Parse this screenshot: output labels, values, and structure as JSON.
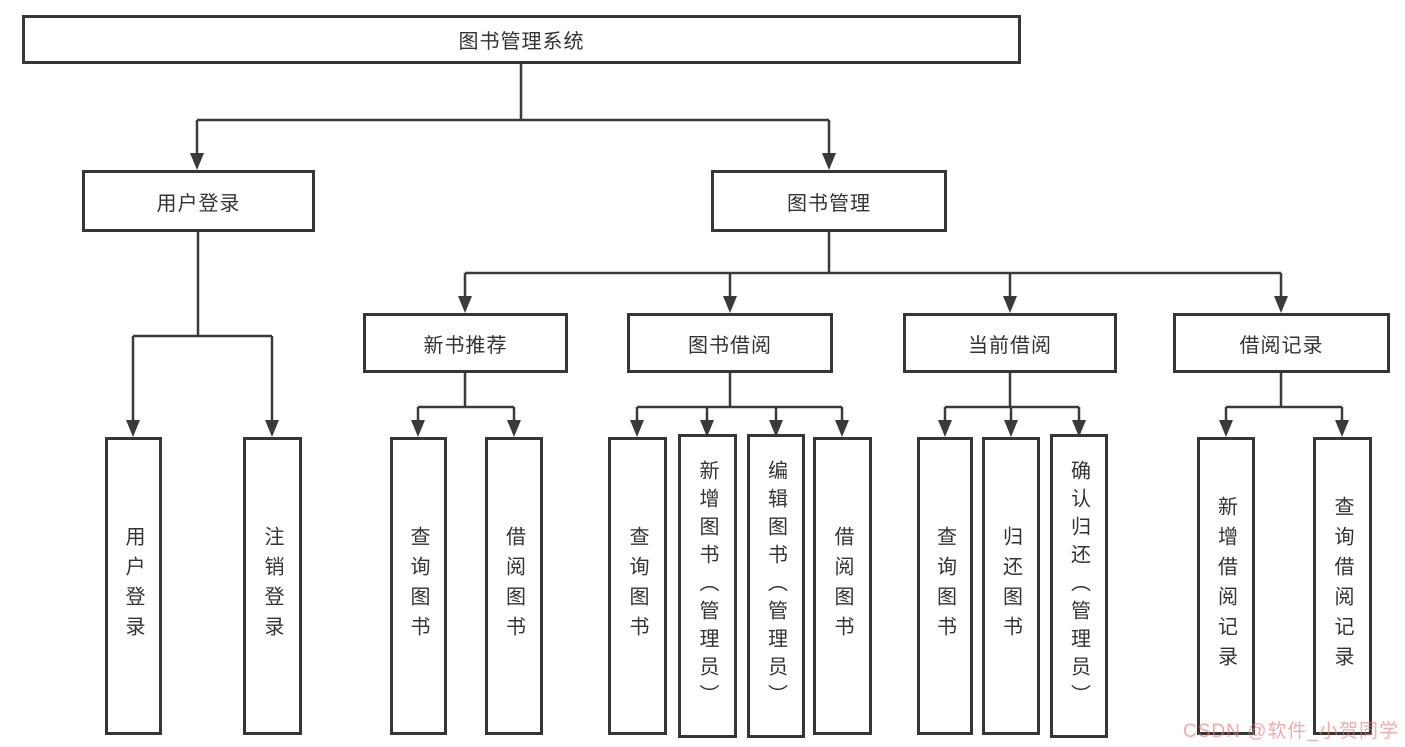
{
  "diagram": {
    "title": "图书管理系统",
    "watermark": "CSDN @软件_小贺同学",
    "colors": {
      "line": "#3a3a3a",
      "box_border": "#363636",
      "text": "#333333",
      "watermark_text": "#ef7676",
      "background": "#ffffff"
    },
    "tree": {
      "label": "图书管理系统",
      "children": [
        {
          "label": "用户登录",
          "children": [
            {
              "label": "用户登录"
            },
            {
              "label": "注销登录"
            }
          ]
        },
        {
          "label": "图书管理",
          "children": [
            {
              "label": "新书推荐",
              "children": [
                {
                  "label": "查询图书"
                },
                {
                  "label": "借阅图书"
                }
              ]
            },
            {
              "label": "图书借阅",
              "children": [
                {
                  "label": "查询图书"
                },
                {
                  "label": "新增图书（管理员）"
                },
                {
                  "label": "编辑图书（管理员）"
                },
                {
                  "label": "借阅图书"
                }
              ]
            },
            {
              "label": "当前借阅",
              "children": [
                {
                  "label": "查询图书"
                },
                {
                  "label": "归还图书"
                },
                {
                  "label": "确认归还（管理员）"
                }
              ]
            },
            {
              "label": "借阅记录",
              "children": [
                {
                  "label": "新增借阅记录"
                },
                {
                  "label": "查询借阅记录"
                }
              ]
            }
          ]
        }
      ]
    }
  }
}
